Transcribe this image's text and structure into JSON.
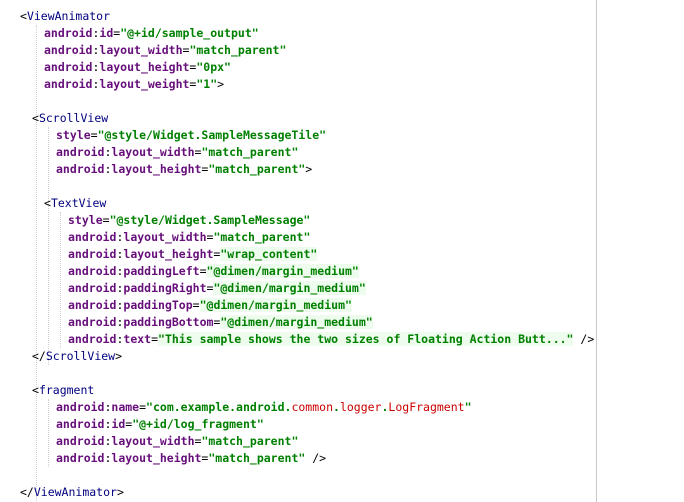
{
  "lines": [
    {
      "indent": 0,
      "segments": [
        {
          "cls": "p",
          "text": "<"
        },
        {
          "cls": "t",
          "text": "ViewAnimator"
        }
      ]
    },
    {
      "indent": 2,
      "segments": [
        {
          "cls": "a",
          "text": "android"
        },
        {
          "cls": "p",
          "text": ":"
        },
        {
          "cls": "a",
          "text": "id"
        },
        {
          "cls": "p",
          "text": "="
        },
        {
          "cls": "s",
          "text": "\"@+id/sample_output\""
        }
      ]
    },
    {
      "indent": 2,
      "segments": [
        {
          "cls": "a",
          "text": "android"
        },
        {
          "cls": "p",
          "text": ":"
        },
        {
          "cls": "a",
          "text": "layout_width"
        },
        {
          "cls": "p",
          "text": "="
        },
        {
          "cls": "s",
          "text": "\"match_parent\""
        }
      ]
    },
    {
      "indent": 2,
      "segments": [
        {
          "cls": "a",
          "text": "android"
        },
        {
          "cls": "p",
          "text": ":"
        },
        {
          "cls": "a",
          "text": "layout_height"
        },
        {
          "cls": "p",
          "text": "="
        },
        {
          "cls": "s",
          "text": "\"0px\""
        }
      ]
    },
    {
      "indent": 2,
      "segments": [
        {
          "cls": "a",
          "text": "android"
        },
        {
          "cls": "p",
          "text": ":"
        },
        {
          "cls": "a",
          "text": "layout_weight"
        },
        {
          "cls": "p",
          "text": "="
        },
        {
          "cls": "s",
          "text": "\"1\""
        },
        {
          "cls": "p",
          "text": ">"
        }
      ]
    },
    {
      "indent": 0,
      "segments": []
    },
    {
      "indent": 1,
      "segments": [
        {
          "cls": "p",
          "text": "<"
        },
        {
          "cls": "t",
          "text": "ScrollView"
        }
      ]
    },
    {
      "indent": 3,
      "segments": [
        {
          "cls": "a",
          "text": "style"
        },
        {
          "cls": "p",
          "text": "="
        },
        {
          "cls": "s",
          "text": "\"@style/Widget.SampleMessageTile\""
        }
      ]
    },
    {
      "indent": 3,
      "segments": [
        {
          "cls": "a",
          "text": "android"
        },
        {
          "cls": "p",
          "text": ":"
        },
        {
          "cls": "a",
          "text": "layout_width"
        },
        {
          "cls": "p",
          "text": "="
        },
        {
          "cls": "s",
          "text": "\"match_parent\""
        }
      ]
    },
    {
      "indent": 3,
      "segments": [
        {
          "cls": "a",
          "text": "android"
        },
        {
          "cls": "p",
          "text": ":"
        },
        {
          "cls": "a",
          "text": "layout_height"
        },
        {
          "cls": "p",
          "text": "="
        },
        {
          "cls": "s",
          "text": "\"match_parent\""
        },
        {
          "cls": "p",
          "text": ">"
        }
      ]
    },
    {
      "indent": 0,
      "segments": []
    },
    {
      "indent": 2,
      "segments": [
        {
          "cls": "p",
          "text": "<"
        },
        {
          "cls": "t",
          "text": "TextView"
        }
      ]
    },
    {
      "indent": 4,
      "segments": [
        {
          "cls": "a",
          "text": "style"
        },
        {
          "cls": "p",
          "text": "="
        },
        {
          "cls": "s",
          "text": "\"@style/Widget.SampleMessage\""
        }
      ]
    },
    {
      "indent": 4,
      "segments": [
        {
          "cls": "a",
          "text": "android"
        },
        {
          "cls": "p",
          "text": ":"
        },
        {
          "cls": "a",
          "text": "layout_width"
        },
        {
          "cls": "p",
          "text": "="
        },
        {
          "cls": "s",
          "text": "\"match_parent\""
        }
      ]
    },
    {
      "indent": 4,
      "segments": [
        {
          "cls": "a",
          "text": "android"
        },
        {
          "cls": "p",
          "text": ":"
        },
        {
          "cls": "a",
          "text": "layout_height"
        },
        {
          "cls": "p",
          "text": "="
        },
        {
          "cls": "s hl",
          "text": "\"wrap_content\""
        }
      ]
    },
    {
      "indent": 4,
      "segments": [
        {
          "cls": "a",
          "text": "android"
        },
        {
          "cls": "p",
          "text": ":"
        },
        {
          "cls": "a",
          "text": "paddingLeft"
        },
        {
          "cls": "p",
          "text": "="
        },
        {
          "cls": "s hl",
          "text": "\"@dimen/margin_medium\""
        }
      ]
    },
    {
      "indent": 4,
      "segments": [
        {
          "cls": "a",
          "text": "android"
        },
        {
          "cls": "p",
          "text": ":"
        },
        {
          "cls": "a",
          "text": "paddingRight"
        },
        {
          "cls": "p",
          "text": "="
        },
        {
          "cls": "s hl",
          "text": "\"@dimen/margin_medium\""
        }
      ]
    },
    {
      "indent": 4,
      "segments": [
        {
          "cls": "a",
          "text": "android"
        },
        {
          "cls": "p",
          "text": ":"
        },
        {
          "cls": "a",
          "text": "paddingTop"
        },
        {
          "cls": "p",
          "text": "="
        },
        {
          "cls": "s hl",
          "text": "\"@dimen/margin_medium\""
        }
      ]
    },
    {
      "indent": 4,
      "segments": [
        {
          "cls": "a",
          "text": "android"
        },
        {
          "cls": "p",
          "text": ":"
        },
        {
          "cls": "a",
          "text": "paddingBottom"
        },
        {
          "cls": "p",
          "text": "="
        },
        {
          "cls": "s hl",
          "text": "\"@dimen/margin_medium\""
        }
      ]
    },
    {
      "indent": 4,
      "segments": [
        {
          "cls": "a",
          "text": "android"
        },
        {
          "cls": "p",
          "text": ":"
        },
        {
          "cls": "a",
          "text": "text"
        },
        {
          "cls": "p",
          "text": "="
        },
        {
          "cls": "s hl",
          "text": "\"This sample shows the two sizes of Floating Action Butt...\""
        },
        {
          "cls": "p",
          "text": " />"
        }
      ]
    },
    {
      "indent": 1,
      "segments": [
        {
          "cls": "p",
          "text": "</"
        },
        {
          "cls": "t",
          "text": "ScrollView"
        },
        {
          "cls": "p",
          "text": ">"
        }
      ]
    },
    {
      "indent": 0,
      "segments": []
    },
    {
      "indent": 1,
      "segments": [
        {
          "cls": "p",
          "text": "<"
        },
        {
          "cls": "t",
          "text": "fragment"
        }
      ]
    },
    {
      "indent": 3,
      "segments": [
        {
          "cls": "a",
          "text": "android"
        },
        {
          "cls": "p",
          "text": ":"
        },
        {
          "cls": "a",
          "text": "name"
        },
        {
          "cls": "p",
          "text": "="
        },
        {
          "cls": "s",
          "text": "\"com.example.android."
        },
        {
          "cls": "r",
          "text": "common"
        },
        {
          "cls": "s",
          "text": "."
        },
        {
          "cls": "r",
          "text": "logger"
        },
        {
          "cls": "s",
          "text": "."
        },
        {
          "cls": "r",
          "text": "LogFragment"
        },
        {
          "cls": "s",
          "text": "\""
        }
      ]
    },
    {
      "indent": 3,
      "segments": [
        {
          "cls": "a",
          "text": "android"
        },
        {
          "cls": "p",
          "text": ":"
        },
        {
          "cls": "a",
          "text": "id"
        },
        {
          "cls": "p",
          "text": "="
        },
        {
          "cls": "s",
          "text": "\"@+id/log_fragment\""
        }
      ]
    },
    {
      "indent": 3,
      "segments": [
        {
          "cls": "a",
          "text": "android"
        },
        {
          "cls": "p",
          "text": ":"
        },
        {
          "cls": "a",
          "text": "layout_width"
        },
        {
          "cls": "p",
          "text": "="
        },
        {
          "cls": "s",
          "text": "\"match_parent\""
        }
      ]
    },
    {
      "indent": 3,
      "segments": [
        {
          "cls": "a",
          "text": "android"
        },
        {
          "cls": "p",
          "text": ":"
        },
        {
          "cls": "a",
          "text": "layout_height"
        },
        {
          "cls": "p",
          "text": "="
        },
        {
          "cls": "s",
          "text": "\"match_parent\""
        },
        {
          "cls": "p",
          "text": " />"
        }
      ]
    },
    {
      "indent": 0,
      "segments": []
    },
    {
      "indent": 0,
      "segments": [
        {
          "cls": "p",
          "text": "</"
        },
        {
          "cls": "t",
          "text": "ViewAnimator"
        },
        {
          "cls": "p",
          "text": ">"
        }
      ]
    }
  ],
  "colors": {
    "tag": "#000080",
    "attribute": "#660e7a",
    "string": "#008000",
    "unresolved": "#cc0000",
    "highlight": "#edfced"
  }
}
